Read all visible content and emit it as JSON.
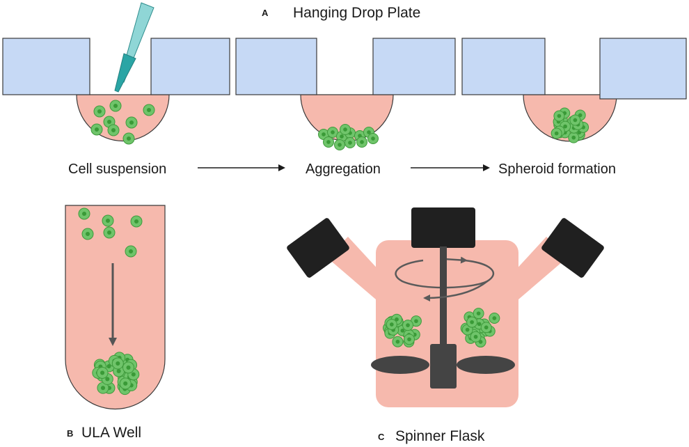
{
  "colors": {
    "plate": "#c6d9f5",
    "plate_stroke": "#3a3a3a",
    "medium": "#f6b9ad",
    "cell_fill": "#6fc46a",
    "cell_stroke": "#3f9a3c",
    "nucleus": "#3a9a37",
    "arrow": "#1a1a1a",
    "flask_cap": "#202020",
    "impeller": "#444444",
    "rotation_arrow": "#5a5a5a",
    "pipette": "#3ab0b0"
  },
  "panel_a": {
    "letter": "A",
    "title": "Hanging Drop Plate",
    "steps": [
      "Cell suspension",
      "Aggregation",
      "Spheroid formation"
    ]
  },
  "panel_b": {
    "letter": "B",
    "title": "ULA Well"
  },
  "panel_c": {
    "letter": "C",
    "title": "Spinner Flask"
  },
  "icons": {
    "pipette": "pipette-icon",
    "flow_arrow": "arrow-right-icon",
    "sediment_arrow": "arrow-down-icon",
    "rotation": "rotation-arrow-icon"
  }
}
